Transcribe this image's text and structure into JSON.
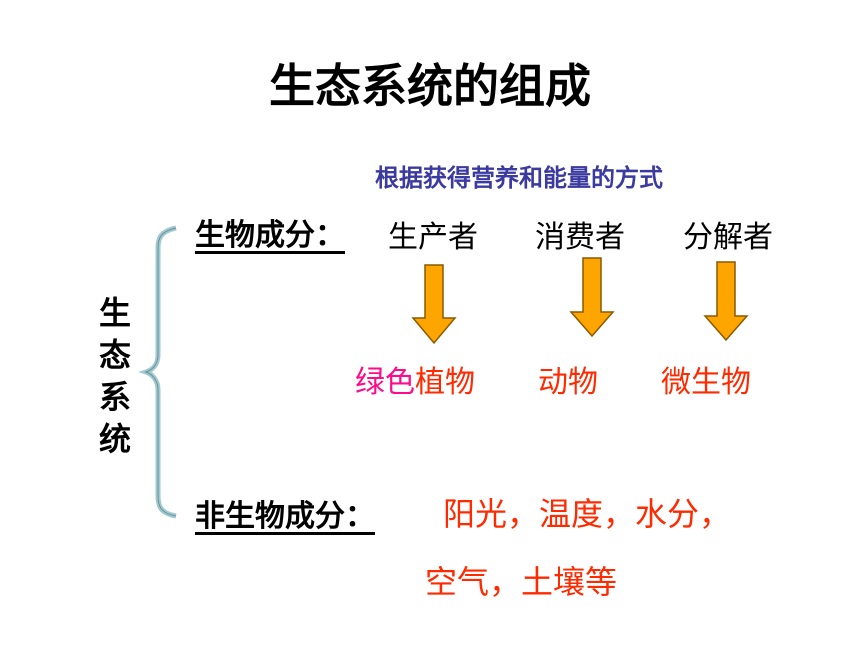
{
  "title": "生态系统的组成",
  "subtitle": "根据获得营养和能量的方式",
  "side_label": [
    "生",
    "态",
    "系",
    "统"
  ],
  "biotic": {
    "label": "生物成分：",
    "producer": "生产者",
    "consumer": "消费者",
    "decomposer": "分解者",
    "producer_example_part1": "绿色",
    "producer_example_part2": "植物",
    "consumer_example": "动物",
    "decomposer_example": "微生物"
  },
  "abiotic": {
    "label": "非生物成分：",
    "line1": "阳光，温度，水分，",
    "line2": "空气，土壤等"
  },
  "colors": {
    "arrow_fill": "#ffa500",
    "arrow_stroke": "#8a5a00",
    "brace": "#b7d8de",
    "subtitle": "#3a3aa0",
    "red": "#ff2a00",
    "pink": "#ff0a8a"
  }
}
